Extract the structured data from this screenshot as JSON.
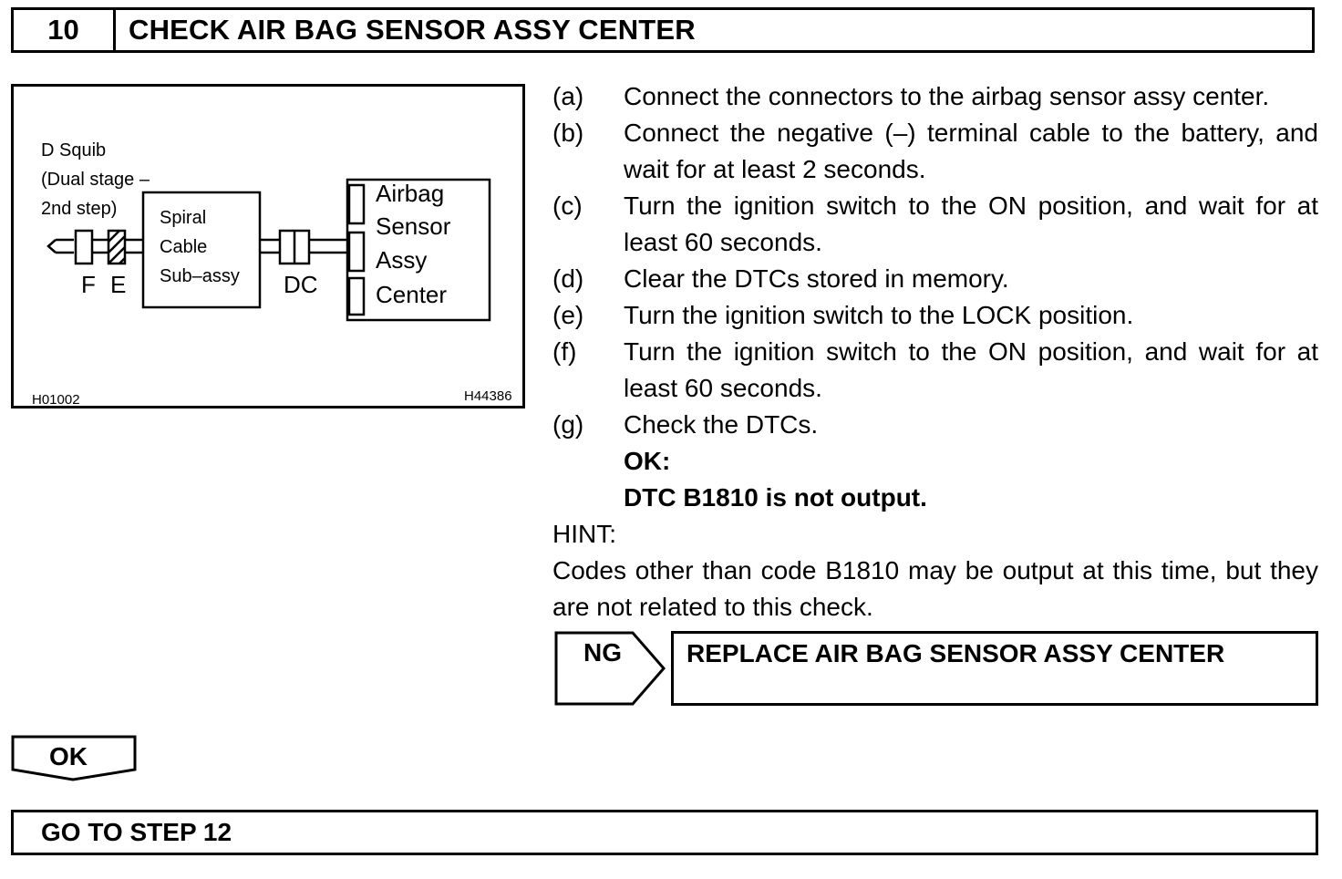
{
  "header": {
    "step_number": "10",
    "title": "CHECK AIR BAG SENSOR ASSY CENTER"
  },
  "diagram": {
    "squib_label_line1": "D Squib",
    "squib_label_line2": "(Dual stage –",
    "squib_label_line3": "2nd step)",
    "connector_f": "F",
    "connector_e": "E",
    "spiral_line1": "Spiral",
    "spiral_line2": "Cable",
    "spiral_line3": "Sub–assy",
    "connector_dc": "DC",
    "sensor_line1": "Airbag",
    "sensor_line2": "Sensor",
    "sensor_line3": "Assy",
    "sensor_line4": "Center",
    "code_left": "H01002",
    "code_right": "H44386"
  },
  "steps": [
    {
      "letter": "(a)",
      "text": "Connect the connectors to the airbag sensor assy center."
    },
    {
      "letter": "(b)",
      "text": "Connect the negative (–) terminal cable to the battery, and wait for at least 2 seconds."
    },
    {
      "letter": "(c)",
      "text": "Turn the ignition switch to the ON position, and wait for at least 60 seconds."
    },
    {
      "letter": "(d)",
      "text": "Clear the DTCs stored in memory."
    },
    {
      "letter": "(e)",
      "text": "Turn the ignition switch to the LOCK position."
    },
    {
      "letter": "(f)",
      "text": "Turn the ignition switch to the ON position, and wait for at least 60 seconds."
    },
    {
      "letter": "(g)",
      "text": "Check the DTCs."
    }
  ],
  "ok_criteria": {
    "label": "OK:",
    "text": "DTC B1810 is not output."
  },
  "hint": {
    "label": "HINT:",
    "text": "Codes other than code B1810 may be output at this time, but they are not related to this check."
  },
  "ng": {
    "label": "NG",
    "action": "REPLACE AIR BAG SENSOR ASSY CENTER"
  },
  "ok_branch": {
    "label": "OK",
    "action": "GO TO STEP 12"
  }
}
